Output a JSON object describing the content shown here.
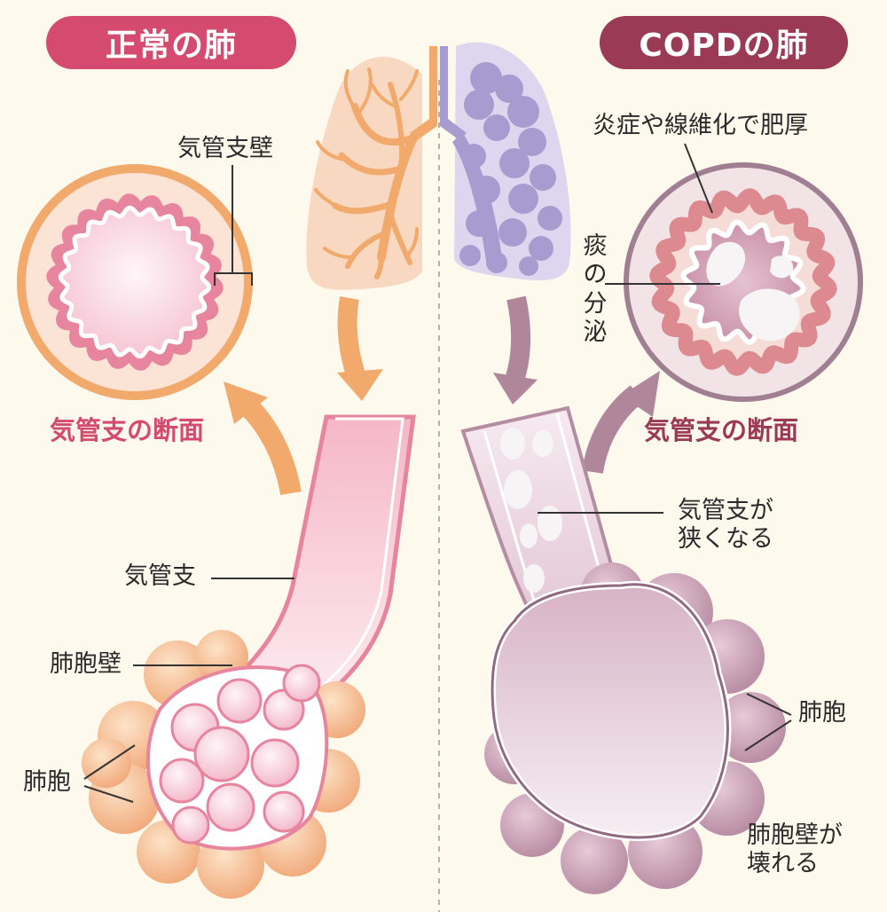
{
  "titles": {
    "normal": "正常の肺",
    "copd": "COPDの肺"
  },
  "normal": {
    "bronchial_wall": "気管支壁",
    "cross_section": "気管支の断面",
    "bronchus": "気管支",
    "alveolar_wall": "肺胞壁",
    "alveoli": "肺胞"
  },
  "copd": {
    "thickening": "炎症や線維化で肥厚",
    "sputum_line1": "痰",
    "sputum_line2": "の",
    "sputum_line3": "分",
    "sputum_line4": "泌",
    "cross_section": "気管支の断面",
    "narrowing_line1": "気管支が",
    "narrowing_line2": "狭くなる",
    "alveoli": "肺胞",
    "destroyed_line1": "肺胞壁が",
    "destroyed_line2": "壊れる"
  },
  "colors": {
    "normal_accent": "#d54b70",
    "copd_accent": "#9a3a55",
    "normal_arrow": "#f2a96c",
    "copd_arrow": "#b0879a",
    "normal_lung": "#f8d8c0",
    "copd_lung": "#ddd6ee"
  }
}
